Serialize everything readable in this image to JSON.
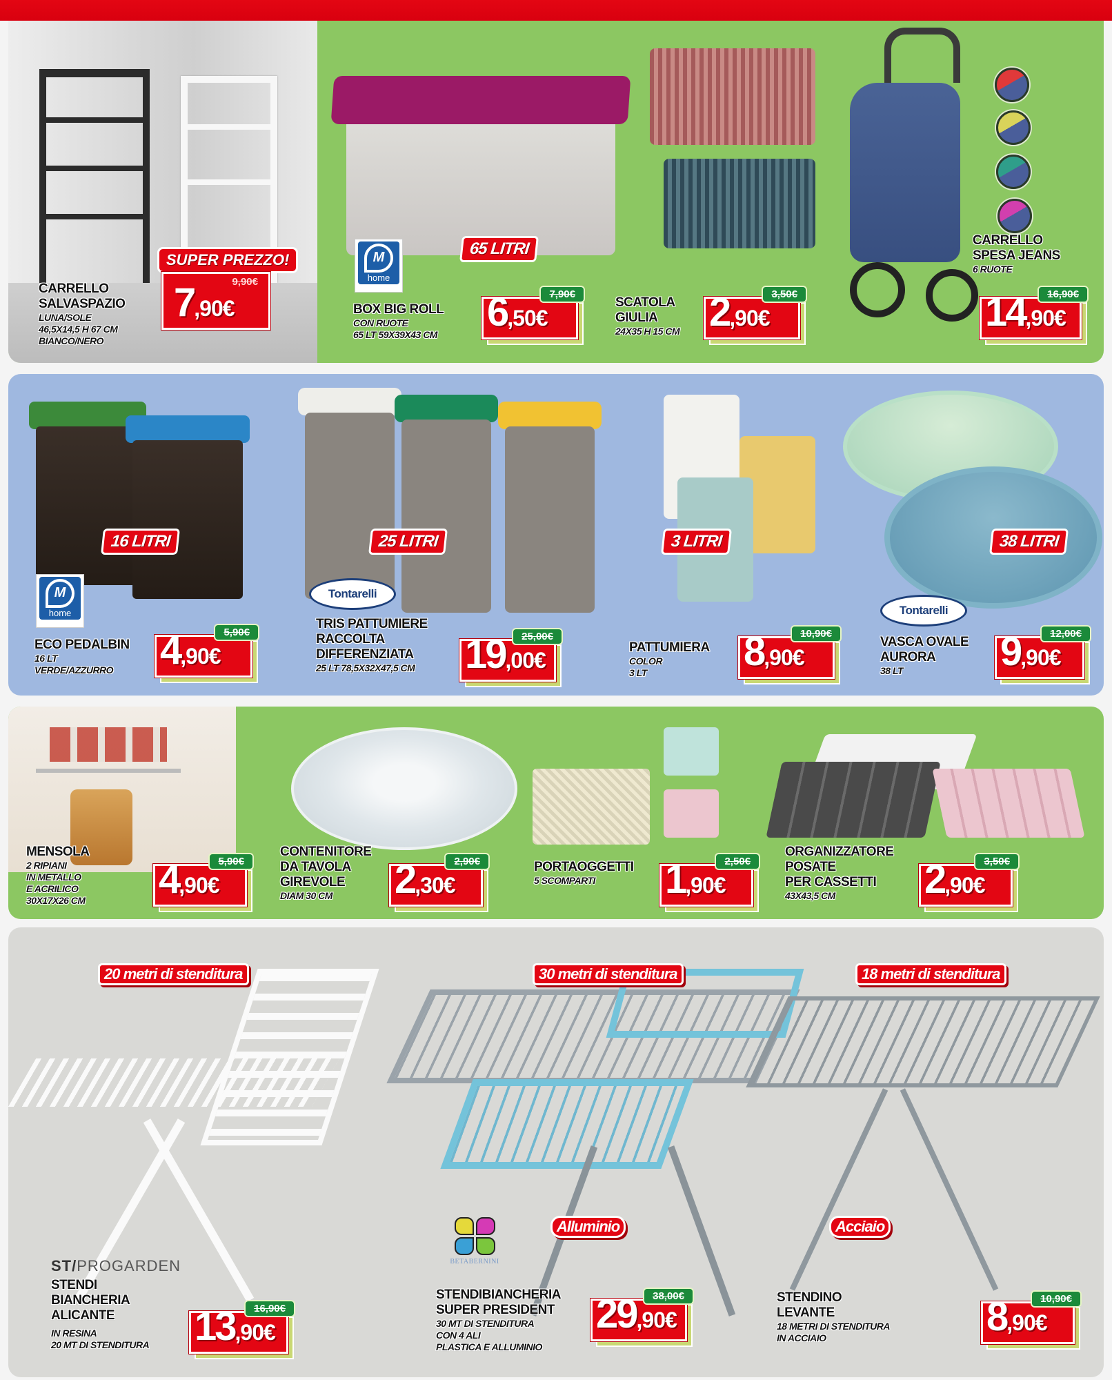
{
  "section1": {
    "carrello_salvaspazio": {
      "name": "CARRELLO\nSALVASPAZIO",
      "desc": "LUNA/SOLE\n46,5X14,5 H 67 CM\nBIANCO/NERO",
      "badge": "SUPER PREZZO!",
      "price_int": "7",
      "price_dec": ",90€",
      "old_price": "9,90€"
    },
    "box_big_roll": {
      "brand": "M home",
      "brand_letter": "M",
      "brand_word": "home",
      "capacity_badge": "65 LITRI",
      "name": "BOX BIG ROLL",
      "desc": "CON RUOTE\n65 LT 59X39X43 CM",
      "price_int": "6",
      "price_dec": ",50€",
      "old_price": "7,90€"
    },
    "scatola_giulia": {
      "name": "SCATOLA\nGIULIA",
      "desc": "24X35 H 15 CM",
      "price_int": "2",
      "price_dec": ",90€",
      "old_price": "3,50€"
    },
    "carrello_spesa_jeans": {
      "name": "CARRELLO\nSPESA JEANS",
      "desc": "6 RUOTE",
      "price_int": "14",
      "price_dec": ",90€",
      "old_price": "16,90€",
      "color_options": [
        {
          "name": "rosso/blu",
          "top": "#e0393a",
          "bottom": "#4a5e9a"
        },
        {
          "name": "giallo/blu",
          "top": "#d9d35a",
          "bottom": "#4a5e9a"
        },
        {
          "name": "verde/blu",
          "top": "#2f9e8a",
          "bottom": "#4a5e9a"
        },
        {
          "name": "fucsia/blu",
          "top": "#d23fae",
          "bottom": "#4a5e9a"
        }
      ]
    }
  },
  "section2": {
    "eco_pedalbin": {
      "brand_letter": "M",
      "brand_word": "home",
      "capacity_badge": "16 LITRI",
      "name": "ECO PEDALBIN",
      "desc": "16 LT\nVERDE/AZZURRO",
      "price_int": "4",
      "price_dec": ",90€",
      "old_price": "5,90€"
    },
    "tris_pattumiere": {
      "brand": "Tontarelli",
      "capacity_badge": "25 LITRI",
      "name": "TRIS PATTUMIERE\nRACCOLTA\nDIFFERENZIATA",
      "desc": "25 LT 78,5X32X47,5 CM",
      "price_int": "19",
      "price_dec": ",00€",
      "old_price": "25,00€"
    },
    "pattumiera": {
      "capacity_badge": "3 LITRI",
      "name": "PATTUMIERA",
      "desc": "COLOR\n3 LT",
      "price_int": "8",
      "price_dec": ",90€",
      "old_price": "10,90€"
    },
    "vasca_ovale": {
      "brand": "Tontarelli",
      "capacity_badge": "38 LITRI",
      "name": "VASCA OVALE\nAURORA",
      "desc": "38 LT",
      "price_int": "9",
      "price_dec": ",90€",
      "old_price": "12,00€"
    }
  },
  "section3": {
    "mensola": {
      "name": "MENSOLA",
      "desc": "2 RIPIANI\nIN METALLO\nE ACRILICO\n30X17X26 CM",
      "price_int": "4",
      "price_dec": ",90€",
      "old_price": "5,90€"
    },
    "contenitore": {
      "name": "CONTENITORE\nDA TAVOLA\nGIREVOLE",
      "desc": "DIAM 30 CM",
      "price_int": "2",
      "price_dec": ",30€",
      "old_price": "2,90€"
    },
    "portaoggetti": {
      "name": "PORTAOGGETTI",
      "desc": "5 SCOMPARTI",
      "price_int": "1",
      "price_dec": ",90€",
      "old_price": "2,50€"
    },
    "organizzatore": {
      "name": "ORGANIZZATORE\nPOSATE\nPER CASSETTI",
      "desc": "43X43,5 CM",
      "price_int": "2",
      "price_dec": ",90€",
      "old_price": "3,50€"
    }
  },
  "section4": {
    "alicante": {
      "length_badge": "20 metri di stenditura",
      "brand": "PROGARDEN",
      "name": "STENDI\nBIANCHERIA\nALICANTE",
      "desc": "IN RESINA\n20 MT DI STENDITURA",
      "price_int": "13",
      "price_dec": ",90€",
      "old_price": "16,90€"
    },
    "super_president": {
      "length_badge": "30 metri di stenditura",
      "material_badge": "Alluminio",
      "brand": "BETABERNINI",
      "name": "STENDIBIANCHERIA\nSUPER PRESIDENT",
      "desc": "30 MT DI STENDITURA\nCON 4 ALI\nPLASTICA E ALLUMINIO",
      "price_int": "29",
      "price_dec": ",90€",
      "old_price": "38,00€"
    },
    "levante": {
      "length_badge": "18 metri di stenditura",
      "material_badge": "Acciaio",
      "name": "STENDINO\nLEVANTE",
      "desc": "18 METRI DI STENDITURA\nIN ACCIAIO",
      "price_int": "8",
      "price_dec": ",90€",
      "old_price": "10,90€"
    }
  },
  "colors": {
    "brand_red": "#e30613",
    "green_panel": "#8cc762",
    "blue_panel": "#9fb8e0",
    "grey_panel": "#d9d9d6",
    "old_price_green": "#1b8a3a"
  }
}
